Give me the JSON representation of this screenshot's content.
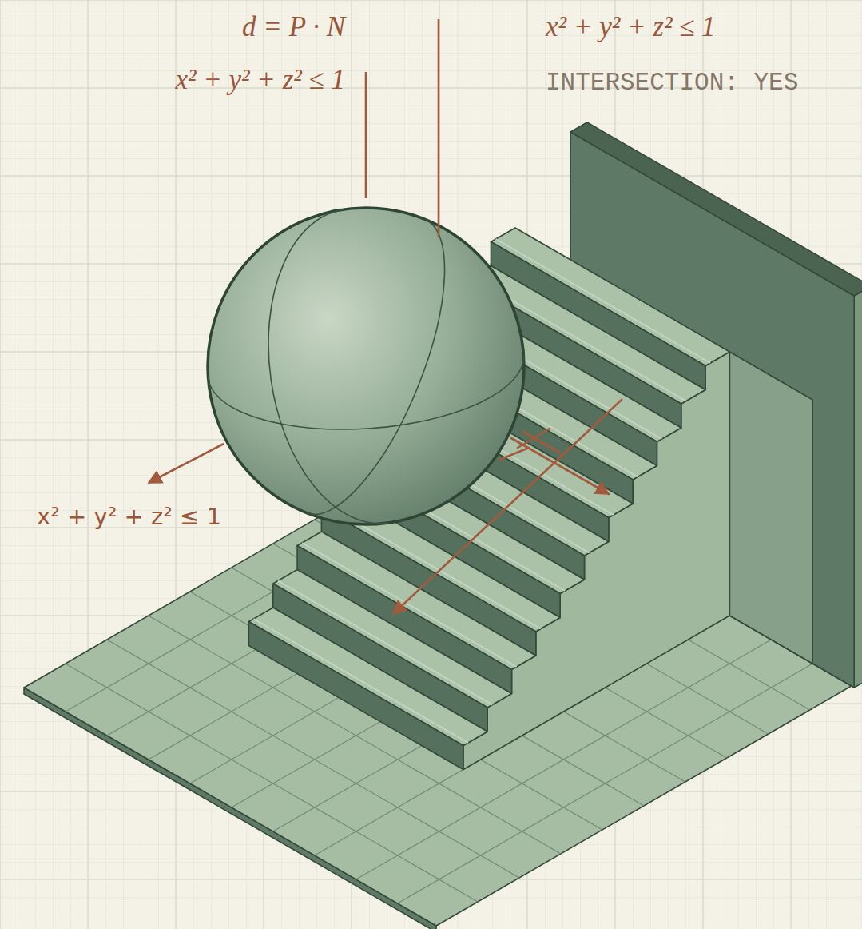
{
  "diagram": {
    "labels": [
      "d = P · N",
      "x² + y² + z² ≤ 1",
      "x² + y² + z² ≤ 1",
      "INTERSECTION: YES",
      "x² + y² + z² ≤ 1"
    ]
  }
}
